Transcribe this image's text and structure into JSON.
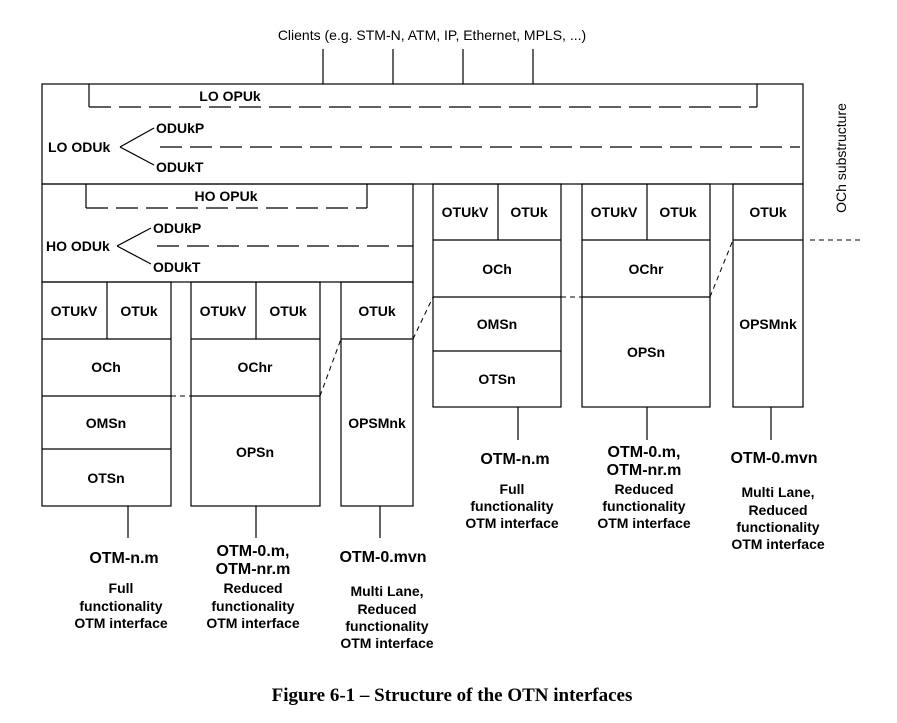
{
  "clients_label": "Clients (e.g. STM-N, ATM, IP, Ethernet, MPLS, ...)",
  "lo": {
    "opuk": "LO OPUk",
    "oduk": "LO ODUk",
    "odukp": "ODUkP",
    "odukt": "ODUkT"
  },
  "ho": {
    "opuk": "HO OPUk",
    "oduk": "HO ODUk",
    "odukp": "ODUkP",
    "odukt": "ODUkT"
  },
  "och_substructure": "OCh substructure",
  "layers": {
    "otukv": "OTUkV",
    "otuk": "OTUk",
    "och": "OCh",
    "ochr": "OChr",
    "omsn": "OMSn",
    "otsn": "OTSn",
    "opsn": "OPSn",
    "opsmnk": "OPSMnk"
  },
  "interfaces": {
    "full": {
      "name": "OTM-n.m",
      "desc": [
        "Full",
        "functionality",
        "OTM interface"
      ]
    },
    "reduced": {
      "name1": "OTM-0.m,",
      "name2": "OTM-nr.m",
      "desc": [
        "Reduced",
        "functionality",
        "OTM interface"
      ]
    },
    "multilane": {
      "name": "OTM-0.mvn",
      "desc": [
        "Multi Lane,",
        "Reduced",
        "functionality",
        "OTM interface"
      ]
    }
  },
  "caption": "Figure 6-1 – Structure of the OTN interfaces"
}
